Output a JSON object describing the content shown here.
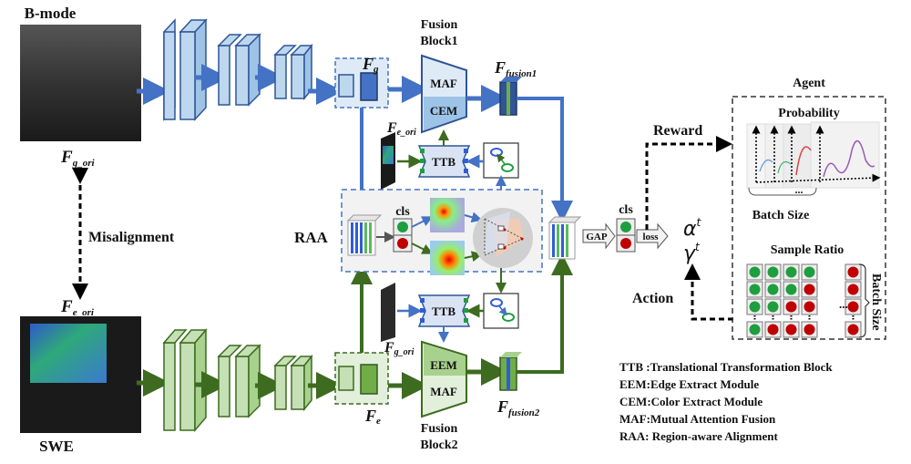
{
  "inputs": {
    "bmode": {
      "title": "B-mode",
      "feature": "F",
      "feature_sub": "g_ori"
    },
    "swe": {
      "title": "SWE",
      "feature": "F",
      "feature_sub": "e_ori"
    },
    "misalignment_label": "Misalignment"
  },
  "encoders": {
    "top": {
      "feature": "F",
      "feature_sub": "g",
      "color": "#4472C4"
    },
    "bottom": {
      "feature": "F",
      "feature_sub": "e",
      "color": "#3D6B1F"
    }
  },
  "fusion": {
    "block1": {
      "title_line1": "Fusion",
      "title_line2": "Block1",
      "upper": "MAF",
      "lower": "CEM",
      "output": "F",
      "output_sub": "fusion1",
      "cross_input": "F",
      "cross_input_sub": "e_ori"
    },
    "block2": {
      "title_line1": "Fusion",
      "title_line2": "Block2",
      "upper": "EEM",
      "lower": "MAF",
      "output": "F",
      "output_sub": "fusion2",
      "cross_input": "F",
      "cross_input_sub": "g_ori"
    }
  },
  "ttb": {
    "top_label": "TTB",
    "bottom_label": "TTB"
  },
  "raa": {
    "label": "RAA",
    "cls_label": "cls"
  },
  "head": {
    "gap_label": "GAP",
    "cls_label": "cls",
    "loss_label": "loss",
    "alpha": "α",
    "gamma": "γ",
    "superscript": "t"
  },
  "agent": {
    "title": "Agent",
    "reward_label": "Reward",
    "action_label": "Action",
    "probability_title": "Probability",
    "probability_batch_label": "Batch Size",
    "sample_ratio_title": "Sample Ratio",
    "sample_ratio_batch_label": "Batch Size",
    "ellipsis": "...",
    "grid": [
      [
        "g",
        "g",
        "g",
        "g",
        "r"
      ],
      [
        "g",
        "g",
        "g",
        "r",
        "r"
      ],
      [
        "g",
        "g",
        "r",
        "r",
        "r"
      ],
      [
        "g",
        "r",
        "r",
        "r",
        "r"
      ]
    ]
  },
  "legend": [
    "TTB :Translational Transformation Block",
    "EEM:Edge Extract Module",
    "CEM:Color Extract Module",
    "MAF:Mutual Attention Fusion",
    "RAA: Region-aware Alignment"
  ],
  "colors": {
    "blue": "#4472C4",
    "green": "#3D6B1F",
    "light_blue": "#BDD7EE",
    "light_green": "#C5E0B4",
    "dot_green": "#1E9E3E",
    "dot_red": "#C00000"
  }
}
